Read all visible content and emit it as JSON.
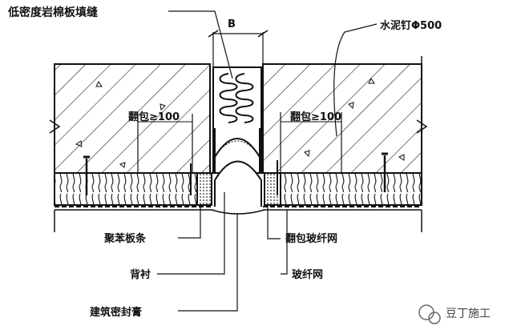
{
  "labels": {
    "top_left": "低密度岩棉板填缝",
    "top_right": "水泥钉Φ500",
    "dim_b": "B",
    "fold_left": "翻包≥100",
    "fold_right": "翻包≥100",
    "bottom_left_1": "聚苯板条",
    "bottom_left_2": "背衬",
    "bottom_left_3": "建筑密封膏",
    "bottom_right_1": "翻包玻纤网",
    "bottom_right_2": "玻纤网"
  },
  "watermark": "豆丁施工",
  "colors": {
    "line": "#111111",
    "background": "#ffffff"
  }
}
